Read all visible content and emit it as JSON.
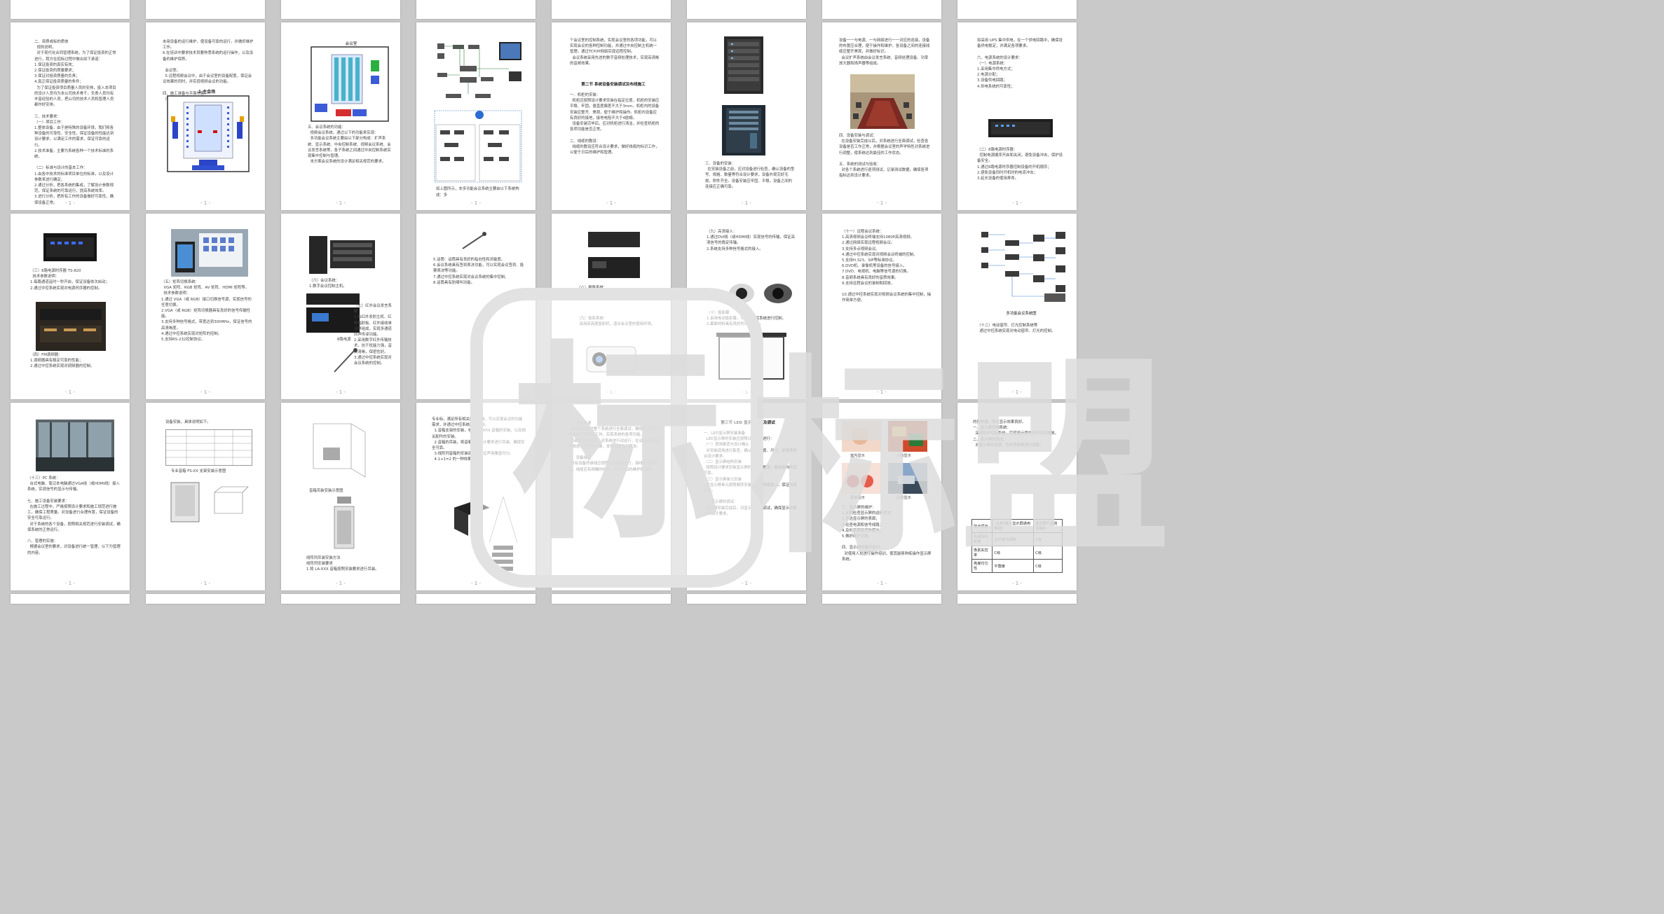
{
  "document": {
    "page_number_label": "- 1 -",
    "p_a1_text": "二、资质或标的质体\n  规则说明，\n  对于现代化合同管理系统，为了保证投资的正常进行，我方在招标过程中做出如下承诺：\n1.保证投资的真实有效；\n2.保证投资的质量要求；\n3.保证对投资质量的负责；\n4.真正保证投资质量的条件；\n  为了保证投资项目质量人员的安排，投入本项目的设计人员均为本公司技术骨干，负责人员均有丰富经验的人员，把公司的技术人员和管理人员都作好安排。\n\n三、技术要求：\n（一）项目工作：\n1.整体设备，由于是特殊的设备环境，我们将各种设备的可靠性、安全性，保证设备的性能达到设计要求，以满足工作的需求，保证可靠的运行。\n2.技术准备，主要为系统各种一个技术标准的系统。\n\n（二）标准与设计的基本工作：\n1.由各中技术的标准项目单位的标准，以及设计参数来进行确定。\n2.通过分析，把各系统的集成，了解设计参数规范，保证系统的可靠运行，提高系统效率。\n3.进行分析，把所有工作的设备做好可靠性，确保设备正常。",
    "p_a2_text": "未用设备的运行维护，使设备可靠的运行，并做好维护工作。\n6.在培训中要求技术员要熟悉系统的运行操作，以及设备的维护保养。\n\n  会议室。\n  5.远程视频会议中，由于会议室的设备配置，保证会议效果的同时，并实现视频会议的功能。\n\n四、施工准备与平面布置：\n（根据会议室的具体情况说明）",
    "p_a2_caption": "1 主会场",
    "p_a3_label": "会议室",
    "p_a3_text": "五、会议系统的功能：\n  视频会议系统，通过以下的功能来实现：\n  多功能会议系统主要由以下部分构成：扩声系统、显示系统、中央控制系统、视频会议系统、会议发言系统等，各子系统之间通过中央控制系统实现集中控制与管理。\n  本方案会议系统的设计满足相关规范的要求。",
    "p_a4_caption": "如上图所示，本多功能会议系统主要由以下系统构成：多",
    "p_a5_text": "个会议室的控制系统，实现会议室的各项功能，可以实现会议的各种控制功能，并通过中央控制主机统一管理，通过TCP/IP网络实现远程控制。\n  会议系统采用先进的数字音频处理技术，实现高清晰的音频效果。",
    "p_a5_title": "第二节 系统设备安装调试及布线施工",
    "p_a5_text2": "一、机柜的安装：\n  机柜应按照设计要求安装在指定位置，机柜的安装应平稳、牢固，垂直度偏差不大于3mm，机柜内的设备安装应整齐、美观，便于维护和操作。机柜内设备应有良好的接地，接地电阻不大于4欧姆。\n  设备安装完毕后，应对机柜进行清洁，并检查机柜的各项功能是否正常。\n\n二、线缆的敷设：\n  线缆的敷设应符合设计要求，做好线缆的标识工作，以便于日后的维护和管理。",
    "p_a6_text": "三、设备的安装：\n  在安装设备之前，应对设备进行检查，确认设备的型号、规格、数量等符合设计要求，设备外观完好无损，附件齐全。设备安装应牢固、平稳，设备之间的连接应正确可靠。",
    "p_a7_text": "设备一一与电源、一与网络进行一一对应的连接，设备的布置应合理，便于操作和维护。各设备之间的连接线缆应整齐美观，并做好标识。\n  会议扩声系统由会议发言系统、音频处理设备、功率放大器和扬声器等组成。",
    "p_a7_text2": "四、设备安装与调试：\n  在设备安装完成以后，对系统进行全面调试，检查各设备是否工作正常，并根据会议室的声学特性对系统进行调整，使系统达到最佳的工作状态。\n\n五、系统的测试与验收：\n  对各个系统进行逐项测试，记录测试数据，确保各项指标达到设计要求。",
    "p_a8_text": "如采用 UPS 集中供电，在一个供电回路中，确保设备供电稳定，并满足各项要求。\n\n六、电源系统的设计要求：\n（一）电源系统：\n1.采用集中供电方式；\n2.电源分配；\n3.设备供电回路；\n4.供电系统的可靠性；",
    "p_a8_text2": "（二）8路电源时序器：\n  控制电源顺序开启和关闭，避免设备冲击，保护设备安全。\n1.通过8路电源时序器控制设备的开机顺序；\n2.避免设备同时开机时的电流冲击；\n3.延长设备的使用寿命。",
    "p_b1_text": "（三）8路电源时序器 TS-820\n  技术参数说明：\n1.每路通道延时一秒开启，保证设备依次启动；\n2.通过中控系统实现对电源时序器的控制。",
    "p_b1_text2": "（四）FM调频器：\n1.调频器具有稳定可靠的性能；\n2.通过中控系统实现对调频器的控制。",
    "p_b2_text": "（五）矩阵切换系统：\n  VGA 矩阵、RGB 矩阵、AV 矩阵、HDMI 矩阵等。\n  技术参数说明：\n1.通过 VGA（或 RGB）接口切换信号源，实现信号的任意切换。\n2.VGA（或 RGB）矩阵切换器具有良好的信号传输性能。\n3.支持多种信号格式，带宽达到300MHz，保证信号的高清晰度。\n4.通过中控系统实现对矩阵的控制。\n5.支持RS-232控制协议。",
    "p_b3_text": "（六）会议系统：\n1.数字会议控制主机。",
    "p_b3_text2": "（七）红外会议发言系统：\n1.由红外发射主机、红外辐射板、红外接收单元等组成，实现多通道同声传译功能。\n2.采用数字红外传输技术，抗干扰能力强，音质清晰，保密性好。\n3.通过中控系统实现对会议系统的控制。",
    "p_b3_caption": "8路电源",
    "p_b4_text": "5.话筒：话筒具有良好的指向性和灵敏度。\n6.会议系统具有签到表决功能，可以实现会议签到、投票表决等功能。\n7.通过中控系统实现对会议系统的集中控制。\n8.话筒具有防啸叫功能。",
    "p_b5_text": "（八）摄像系统：\n1.高清摄像机支持高清视频输出；\n2.通过中控系统实现对摄像机的控制。",
    "p_b5_text2": "（九）投影系统：\n  采用高亮度投影机，适合会议室的使用环境。",
    "p_b6_text": "（九）高清接入：\n1.通过DVI线（或HDMI线）实现信号的传输，保证高清信号的稳定传输。\n2.系统支持多种信号格式的接入。",
    "p_b6_text2": "（十）投影幕\n1.采用电动投影幕，可通过中控系统进行控制。\n2.幕面材料具有良好的光学性能。",
    "p_b7_text": "（十一）远程会议系统：\n1.高清视频会议终端支持1080P高清视频。\n2.通过网络实现远程视频会议。\n3.支持多点视频会议。\n4.通过中控系统实现对视频会议终端的控制。\n5.支持H.323、SIP等标准协议。\n6.DVD机、录像机等设备的信号接入。\n7.DVD、电视机、电脑等信号源的切换。\n8.音频系统具有良好的音质效果。\n9.支持远程会议的录制和回放。\n\n10.通过中控系统实现对视频会议系统的集中控制，操作简单方便。",
    "p_b8_caption": "多功能会议系统图",
    "p_b8_text": "（十二）电动窗帘、灯光控制系统等\n  通过中控系统实现对电动窗帘、灯光的控制。",
    "p_c1_text": "（十三）PC 系统：\n  台式电脑、笔记本电脑通过VGA线（或HDMI线）接入系统，实现信号的显示与传输。\n\n七、施工设备安装要求：\n  在施工过程中，严格按照设计要求和施工规范进行施工，确保工程质量。对设备进行合理布置，保证设备的安全可靠运行。\n  对于系统的各个设备，按照相关规范进行安装调试，确保系统的正常运行。\n\n八、管理的实施：\n  根据会议室的要求，对设备进行统一管理，以下为管理的内容。",
    "p_c2_text": "设备安装，具体说明如下。",
    "p_c2_caption": "专业音箱 FS-XX 支架安装示意图",
    "p_c3_caption": "音箱吊装安装示意图",
    "p_c3_text": "线阵列吊装安装方法\n线阵列安装要求\n1.将 LA-XXX 音箱按照安装要求进行吊装。",
    "p_c4_text": "专业标，满足所有相关技术标准，可以实现会议的功能需求，并通过中控系统进行控制。\n  1.音箱支架的安装，包括 LA-XXX 音箱的安装，以及相关配件的安装。\n  2.音箱的吊装，将音箱按照设计要求进行吊装，确保安全可靠。\n  3.线阵列音箱的安装调试，保证声场覆盖均匀。\n  4.1+1=2 的一种效果。",
    "p_c5_text": "九、系统联调\n  系统联调是对整个系统进行全面调试，确保各子系统之间能够正常协同工作，实现系统的各项功能。\n  系统联调完成后，对系统进行试运行，在试运行期间对系统进行观察和记录，发现问题及时解决。\n\n十、设备接线\n  所有设备的接线应按照设计图纸进行，接线应牢固可靠，线缆应有明确的标识，便于日后的维护和管理。",
    "p_c6_title": "第三节 LED 显示屏安装及调试",
    "p_c6_text": "一、LED显示屏安装准备\n  LED显示屏的安装应按照以下步骤进行：\n（一）现场勘查与设计确认\n  对安装现场进行勘查，确认安装位置、尺寸、承重等符合设计要求。\n（二）显示屏结构安装\n  按照设计要求安装显示屏的钢结构框架，确保结构牢固可靠。\n（三）显示屏单元安装\n  将显示屏单元按照顺序安装到钢结构框架上，保证拼接平整。\n\n二、显示屏的调试：\n  显示屏安装完成后，对显示屏进行调试，确保显示效果达到设计要求。",
    "p_c7_caption1": "室内显示",
    "p_c7_caption2": "人物显示",
    "p_c7_caption3": "图像显示",
    "p_c7_caption4": "风景显示",
    "p_c7_text": "三、显示屏的维护：\n1.定期检查显示屏的运行状态；\n2.清洁显示屏的表面；\n3.检查电源和信号线路；\n4.及时更换损坏的模块；\n5.做好维护记录。\n\n四、显示屏的操作培训：\n  对使用人员进行操作培训，使其能够熟练操作显示屏系统。",
    "p_c8_text": "的控制器，保证显示效果良好。\n一、显示屏控制系统：\n  采用同步控制系统，实现显示屏内容的实时播放。\n二、显示屏的调试：\n  对显示屏的亮度、色彩等参数进行调整。",
    "p_c8_table": {
      "r1c1": "技术项目",
      "r1c2": "《LED电子显示屏通用规范》",
      "r1c3": "显示屏产品测试指标",
      "r2c1": "外观及构质量",
      "r2c2": "显示单元间隙",
      "r2c3": "C级",
      "r3c1": "像素失控率",
      "r3c2": "C级",
      "r3c3": "C级",
      "r4c1": "亮度均匀性",
      "r4c2": "平整度",
      "r4c3": "C级"
    }
  },
  "watermark": {
    "text": "标盟",
    "icon_char": "标",
    "color": "#d9d9d9"
  },
  "colors": {
    "background": "#c9c9c9",
    "page": "#ffffff",
    "watermark": "#e0e0e0"
  }
}
